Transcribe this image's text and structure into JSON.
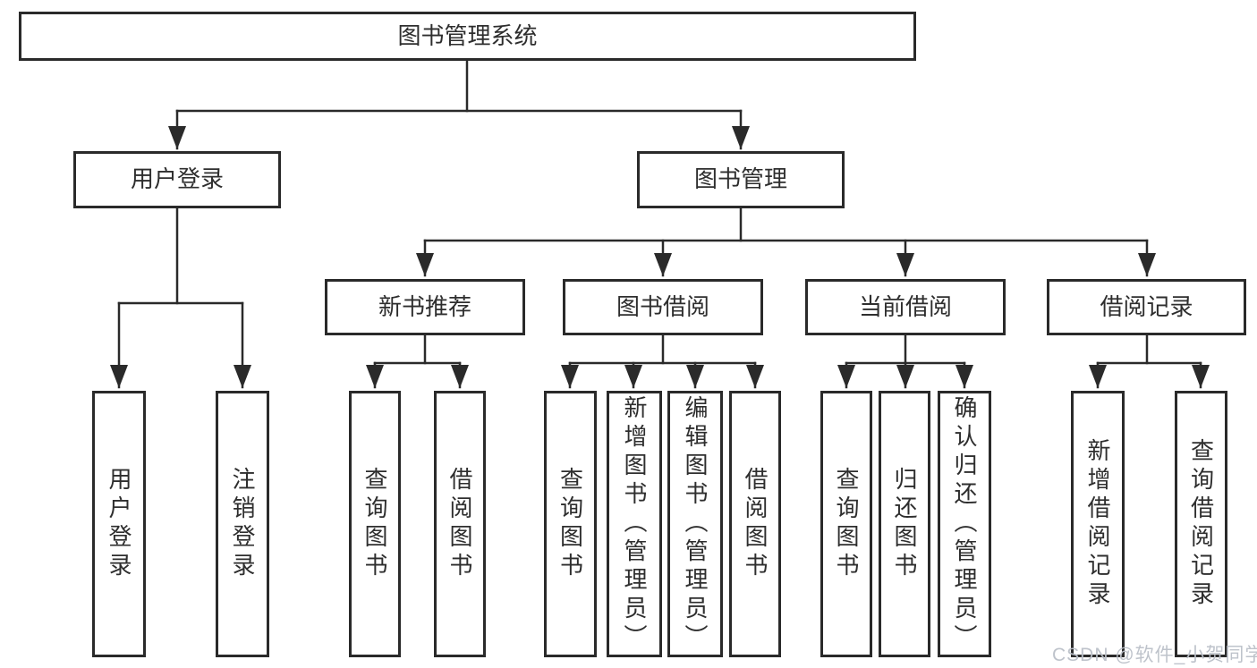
{
  "tree": {
    "root_label": "图书管理系统",
    "login": {
      "label": "用户登录",
      "children": [
        {
          "label": "用户登录"
        },
        {
          "label": "注销登录"
        }
      ]
    },
    "mgmt": {
      "label": "图书管理",
      "groups": [
        {
          "label": "新书推荐",
          "children": [
            {
              "label": "查询图书"
            },
            {
              "label": "借阅图书"
            }
          ]
        },
        {
          "label": "图书借阅",
          "children": [
            {
              "label": "查询图书"
            },
            {
              "label": "新增图书（管理员）"
            },
            {
              "label": "编辑图书（管理员）"
            },
            {
              "label": "借阅图书"
            }
          ]
        },
        {
          "label": "当前借阅",
          "children": [
            {
              "label": "查询图书"
            },
            {
              "label": "归还图书"
            },
            {
              "label": "确认归还（管理员）"
            }
          ]
        },
        {
          "label": "借阅记录",
          "children": [
            {
              "label": "新增借阅记录"
            },
            {
              "label": "查询借阅记录"
            }
          ]
        }
      ]
    }
  },
  "watermark": {
    "text": "CSDN @软件_小贺同学"
  },
  "colors": {
    "line": "#2a2a2a",
    "text": "#2e2e2e",
    "watermark": "#bbc0c8",
    "background": "#ffffff"
  }
}
